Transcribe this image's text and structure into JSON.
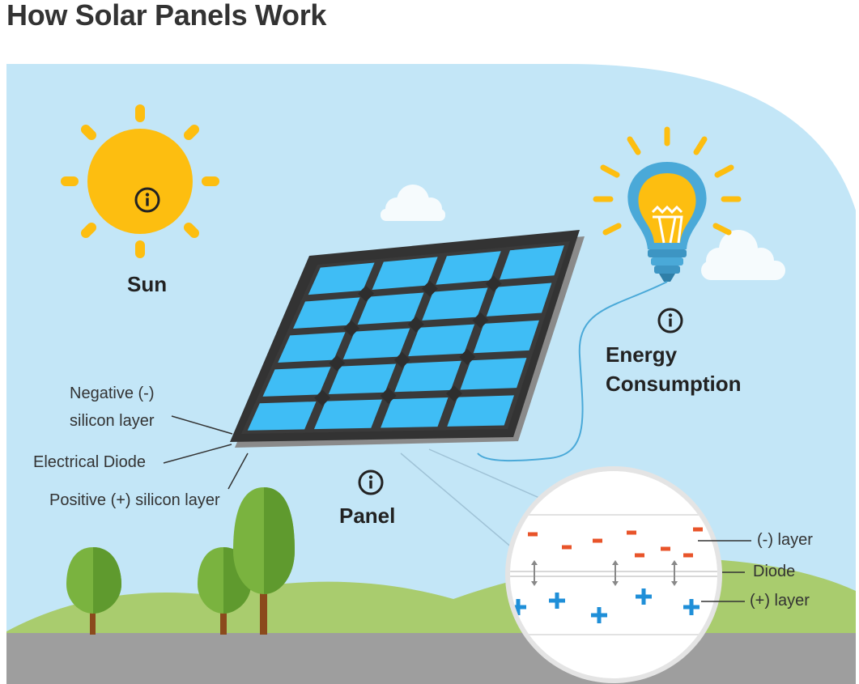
{
  "title": "How Solar Panels Work",
  "labels": {
    "sun": "Sun",
    "energy_line1": "Energy",
    "energy_line2": "Consumption",
    "panel": "Panel",
    "negative_line1": "Negative (-)",
    "negative_line2": "silicon layer",
    "diode": "Electrical Diode",
    "positive": "Positive (+) silicon layer"
  },
  "zoom": {
    "neg_label": "(-) layer",
    "diode_label": "Diode",
    "pos_label": "(+) layer",
    "neg_sign": "-",
    "pos_sign": "+"
  },
  "icons": [
    "sun-icon",
    "lightbulb-icon",
    "solar-panel",
    "tree-icon",
    "cloud-icon",
    "info-icon"
  ],
  "colors": {
    "sky": "#c3e6f7",
    "sun": "#fdbe10",
    "panel_cell": "#3fbdf5",
    "panel_frame": "#3a3a3a",
    "bulb": "#4aa9d8",
    "grass": "#a9cc6e",
    "ground": "#9e9e9e",
    "neg_charge": "#e8542a",
    "pos_charge": "#1f8fd8"
  }
}
